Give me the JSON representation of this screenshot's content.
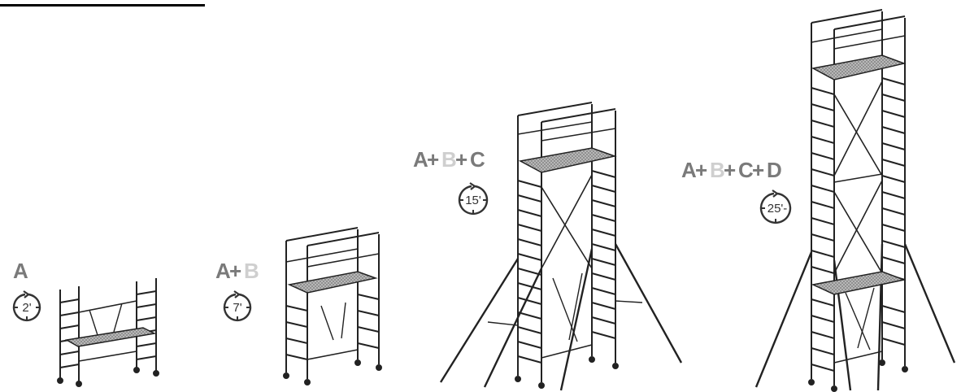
{
  "header_rule_color": "#000000",
  "colors": {
    "dark_label": "#7a7a7a",
    "light_label": "#cfcfcf",
    "ink": "#222222",
    "deck": "#9a9a9a"
  },
  "configs": [
    {
      "id": "a",
      "label_parts": [
        "A"
      ],
      "label_shades": [
        "dark"
      ],
      "time": "2'"
    },
    {
      "id": "ab",
      "label_parts": [
        "A",
        "+",
        "B"
      ],
      "label_shades": [
        "dark",
        "dark",
        "light"
      ],
      "time": "7'"
    },
    {
      "id": "abc",
      "label_parts": [
        "A",
        "+",
        "B",
        "+",
        "C"
      ],
      "label_shades": [
        "dark",
        "dark",
        "light",
        "dark",
        "dark"
      ],
      "time": "15'"
    },
    {
      "id": "abcd",
      "label_parts": [
        "A",
        "+",
        "B",
        "+",
        "C",
        "+",
        "D"
      ],
      "label_shades": [
        "dark",
        "dark",
        "light",
        "dark",
        "dark",
        "dark",
        "dark"
      ],
      "time": "25'-"
    }
  ]
}
